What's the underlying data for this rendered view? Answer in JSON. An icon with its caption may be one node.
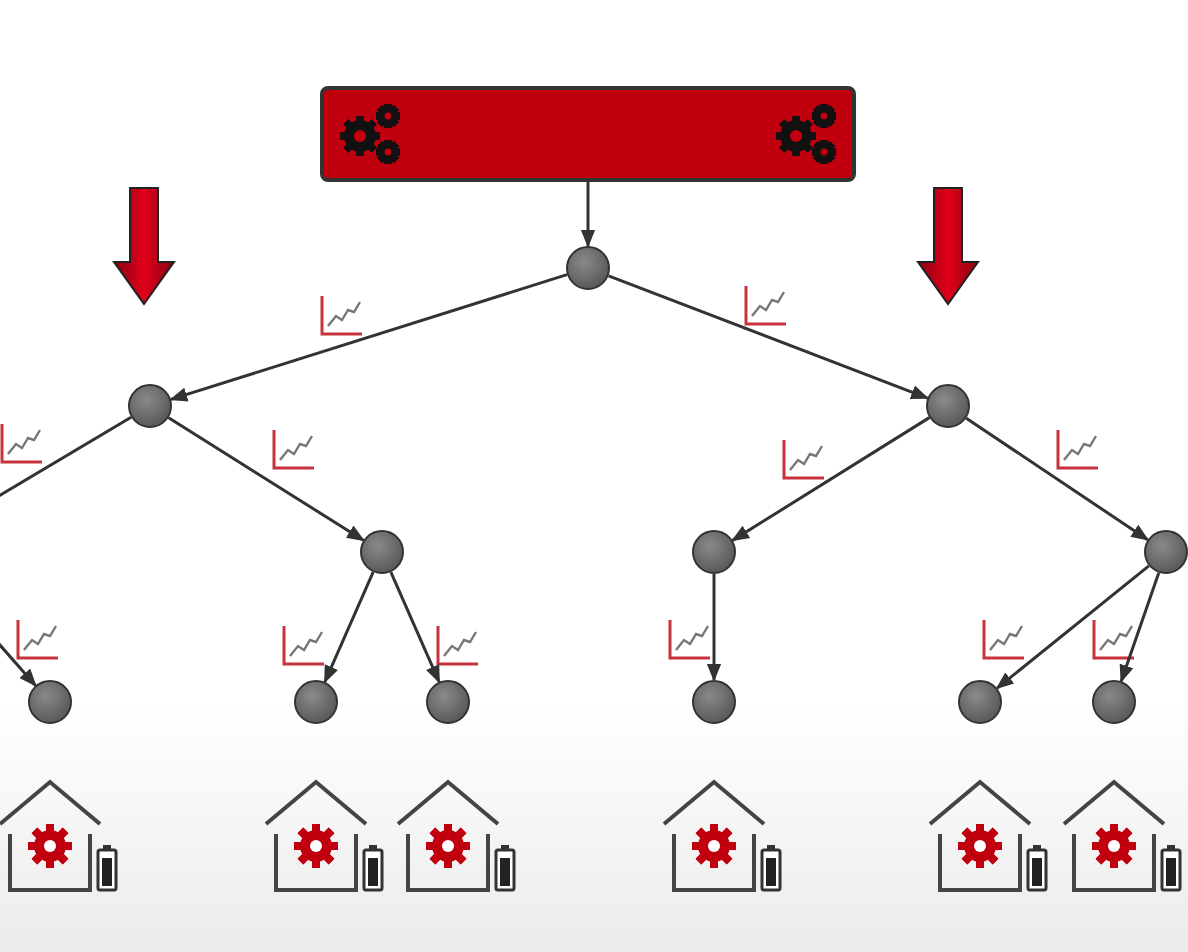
{
  "diagram": {
    "nodes": [
      {
        "text": [],
        "shape": "box"
      },
      {
        "text": [],
        "shape": "circle"
      },
      {
        "text": [],
        "shape": "circle"
      },
      {
        "text": [],
        "shape": "circle"
      },
      {
        "text": [],
        "shape": "circle"
      },
      {
        "text": [],
        "shape": "circle"
      },
      {
        "text": [],
        "shape": "circle"
      },
      {
        "text": [],
        "shape": "circle"
      },
      {
        "text": [],
        "shape": "circle"
      },
      {
        "text": [],
        "shape": "circle"
      },
      {
        "text": [],
        "shape": "circle"
      },
      {
        "text": [],
        "shape": "circle"
      },
      {
        "text": [],
        "shape": "circle"
      }
    ],
    "edges": [
      {
        "from": 0,
        "to": 1,
        "arrow": "to"
      },
      {
        "from": 1,
        "to": 2,
        "arrow": "to"
      },
      {
        "from": 1,
        "to": 3,
        "arrow": "to"
      },
      {
        "from": 2,
        "to": null,
        "arrow": "none"
      },
      {
        "from": null,
        "to": 7,
        "arrow": "to"
      },
      {
        "from": 2,
        "to": 4,
        "arrow": "to"
      },
      {
        "from": 3,
        "to": 5,
        "arrow": "to"
      },
      {
        "from": 3,
        "to": 6,
        "arrow": "to"
      },
      {
        "from": 4,
        "to": 8,
        "arrow": "to"
      },
      {
        "from": 4,
        "to": 9,
        "arrow": "to"
      },
      {
        "from": 5,
        "to": 10,
        "arrow": "to"
      },
      {
        "from": 6,
        "to": 11,
        "arrow": "to"
      },
      {
        "from": 6,
        "to": 12,
        "arrow": "to"
      }
    ]
  }
}
